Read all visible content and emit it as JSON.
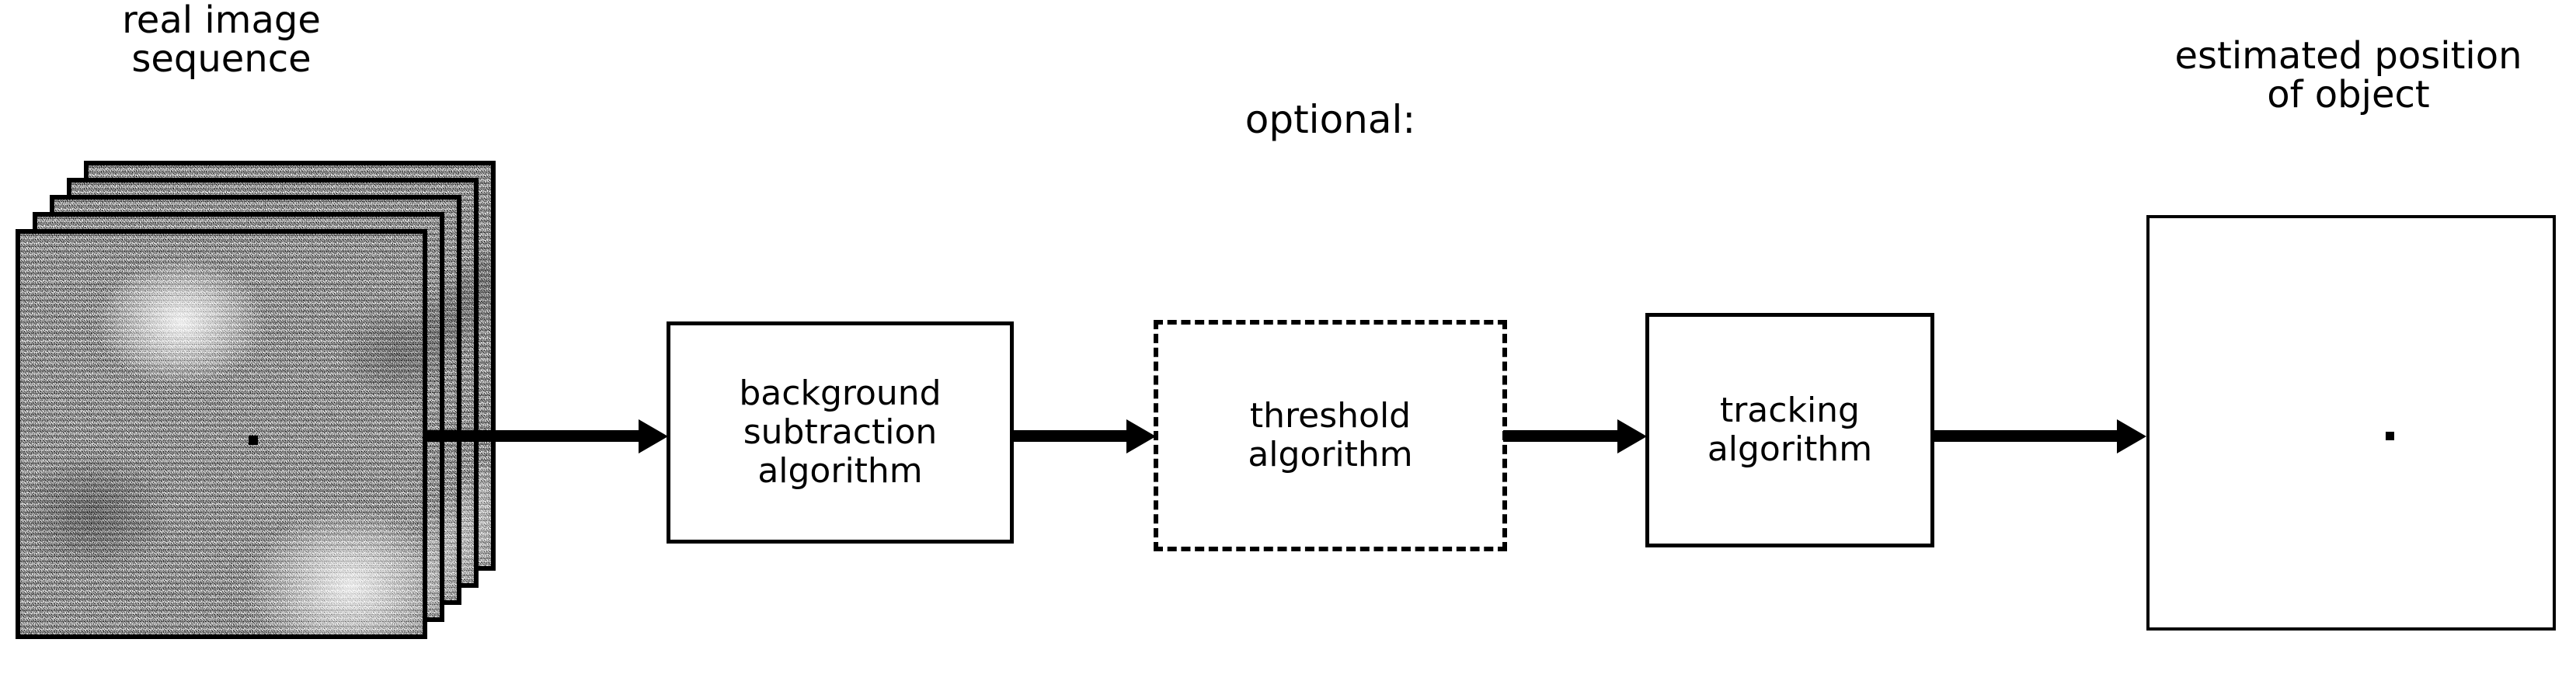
{
  "diagram": {
    "title_input": "real image\nsequence",
    "title_output": "estimated position\nof object",
    "optional_label": "optional:",
    "stages": [
      {
        "id": "background-subtraction",
        "label": "background\nsubtraction\nalgorithm",
        "border": "solid",
        "optional": false
      },
      {
        "id": "threshold",
        "label": "threshold\nalgorithm",
        "border": "dashed",
        "optional": true
      },
      {
        "id": "tracking",
        "label": "tracking\nalgorithm",
        "border": "solid",
        "optional": false
      }
    ],
    "input": {
      "kind": "image-stack",
      "frame_count": 5,
      "object_marker": "black-square-dot"
    },
    "output": {
      "kind": "blank-frame",
      "object_marker": "black-square-dot"
    },
    "arrows": [
      {
        "from": "real image sequence",
        "to": "background subtraction algorithm"
      },
      {
        "from": "background subtraction algorithm",
        "to": "threshold algorithm"
      },
      {
        "from": "threshold algorithm",
        "to": "tracking algorithm"
      },
      {
        "from": "tracking algorithm",
        "to": "estimated position of object"
      }
    ],
    "colors": {
      "background": "#ffffff",
      "stroke": "#000000",
      "noise_mid": "#9a9a9a"
    }
  }
}
